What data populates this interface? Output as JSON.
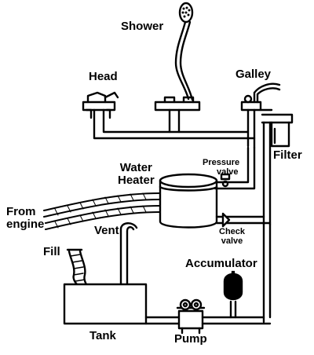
{
  "labels": {
    "shower": "Shower",
    "head": "Head",
    "galley": "Galley",
    "filter": "Filter",
    "water_heater_line1": "Water",
    "water_heater_line2": "Heater",
    "pressure_valve_line1": "Pressure",
    "pressure_valve_line2": "valve",
    "from_engine_line1": "From",
    "from_engine_line2": "engine",
    "vent": "Vent",
    "check_valve_line1": "Check",
    "check_valve_line2": "valve",
    "fill": "Fill",
    "accumulator": "Accumulator",
    "tank": "Tank",
    "pump": "Pump"
  },
  "colors": {
    "line": "#000000",
    "background": "#ffffff"
  }
}
